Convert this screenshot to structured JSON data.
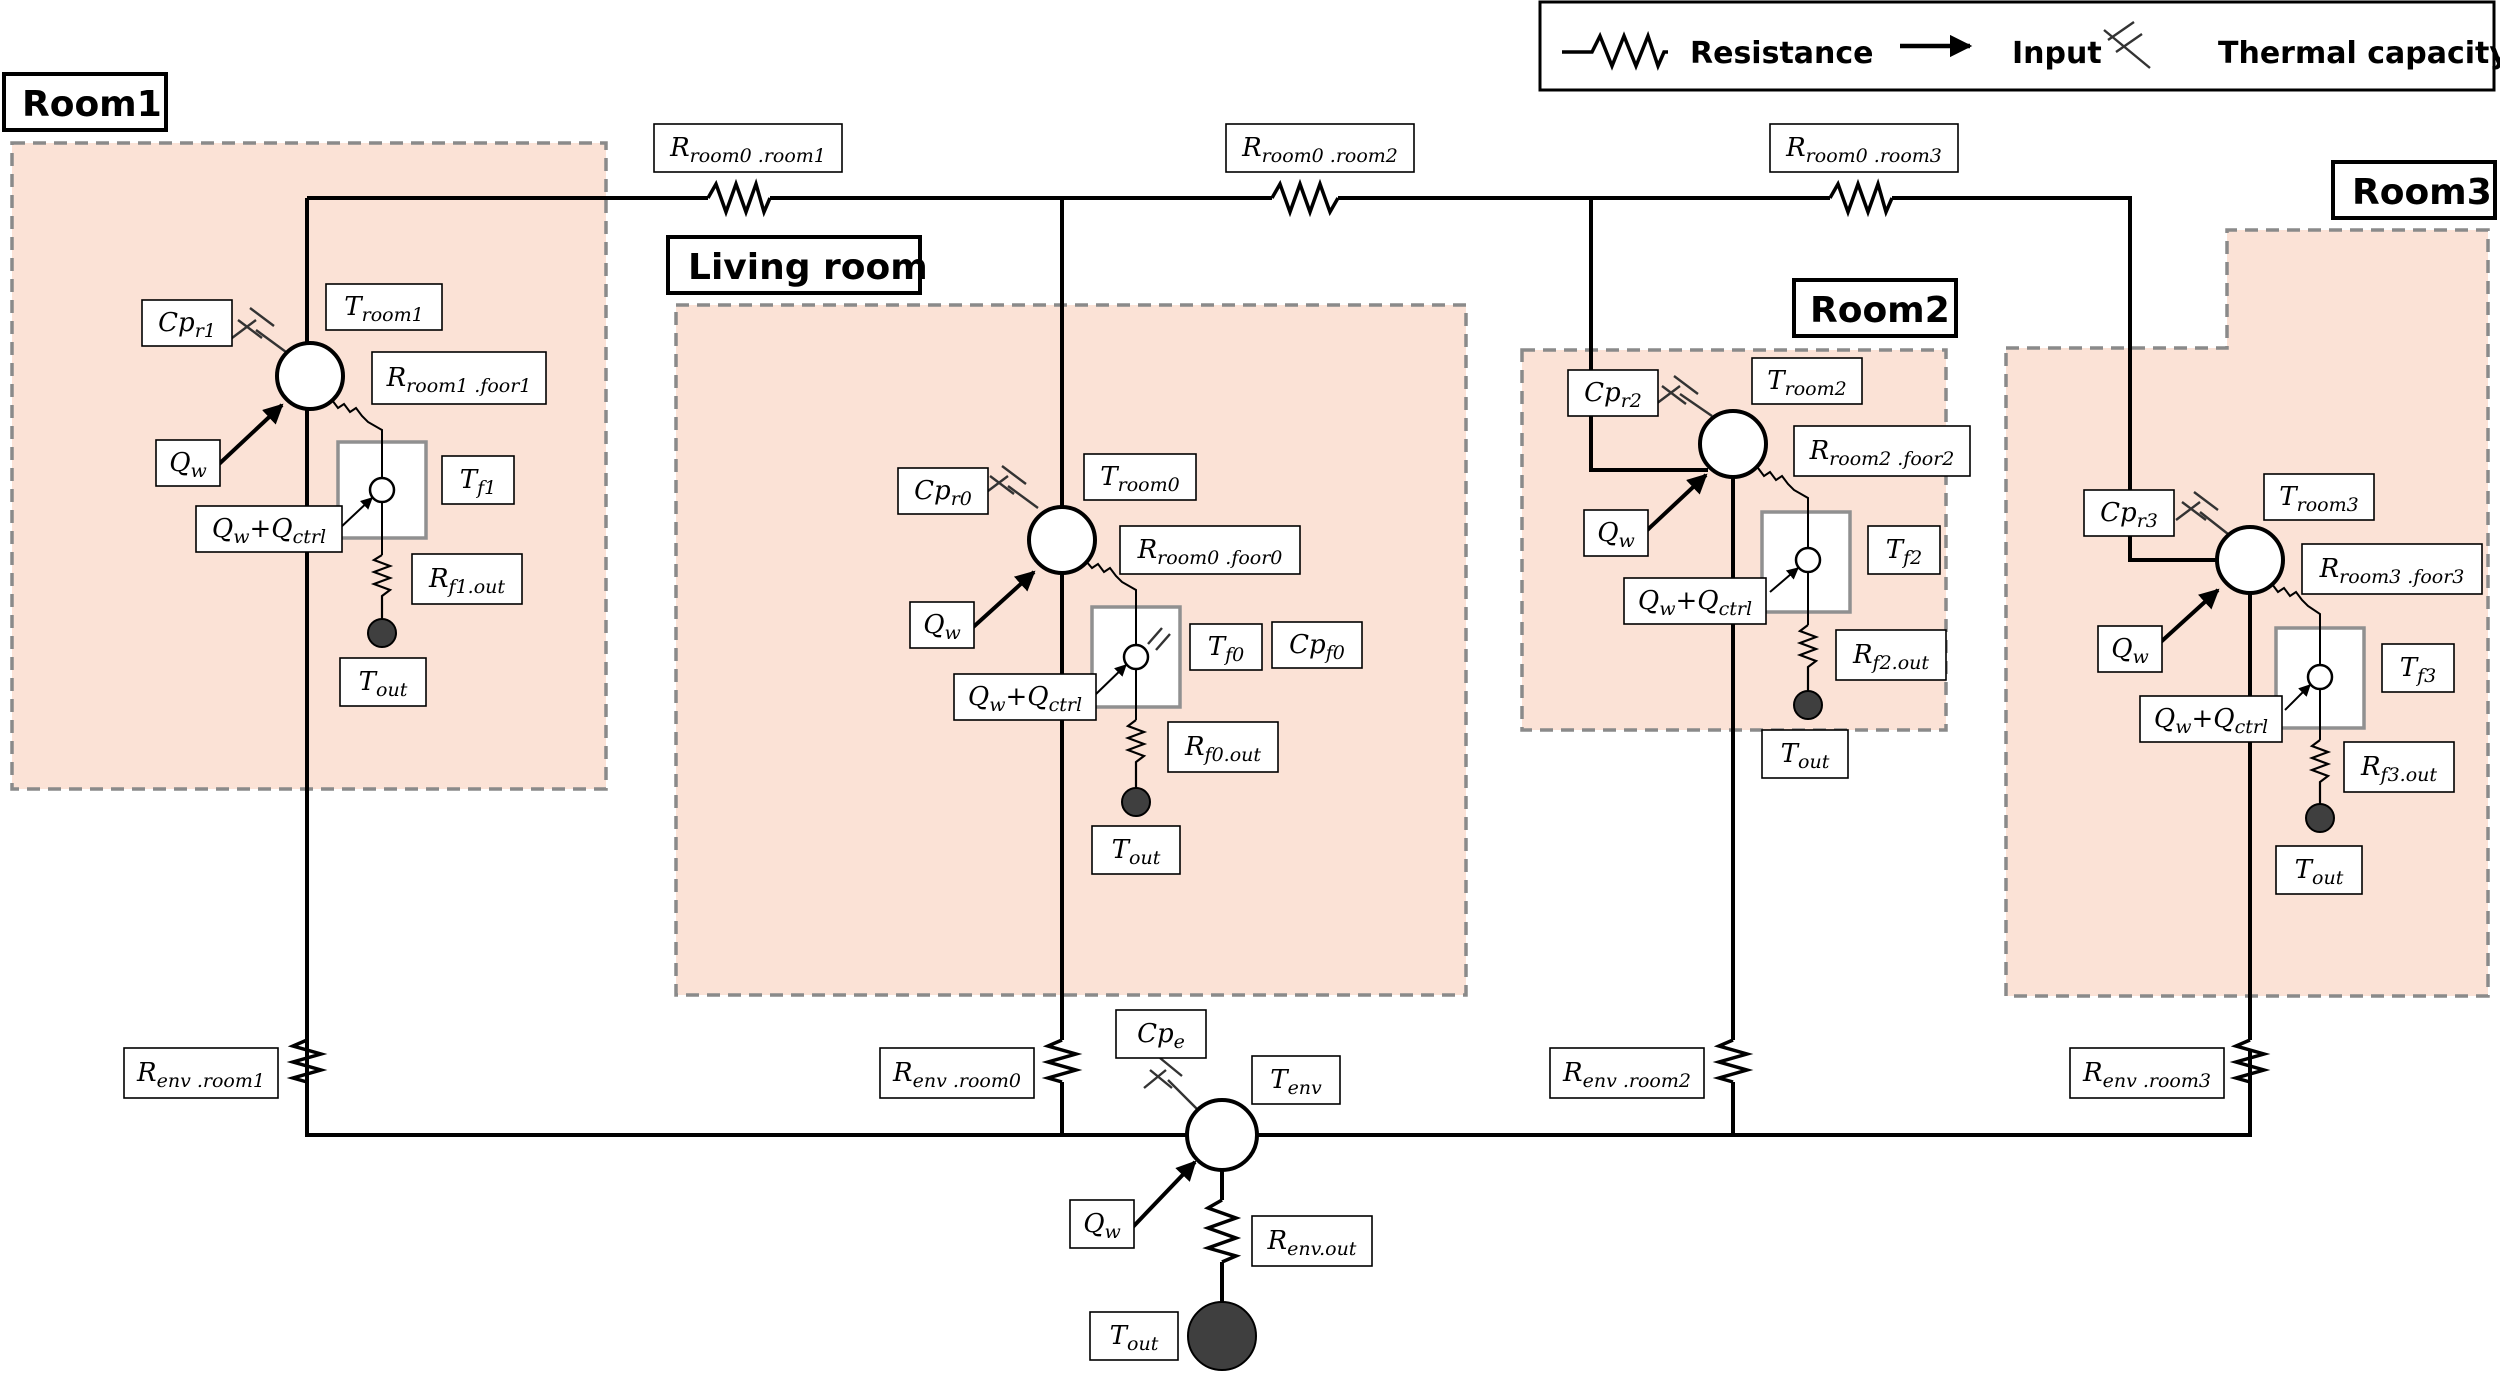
{
  "legend": {
    "resistance": "Resistance",
    "input": "Input",
    "thermal_capacity": "Thermal capacity"
  },
  "zones": {
    "room1": "Room1",
    "living": "Living room",
    "room2": "Room2",
    "room3": "Room3"
  },
  "labels": {
    "r_room0_room1": {
      "main": "R",
      "sub": "room0 .room1"
    },
    "r_room0_room2": {
      "main": "R",
      "sub": "room0 .room2"
    },
    "r_room0_room3": {
      "main": "R",
      "sub": "room0 .room3"
    },
    "cp_r1": {
      "main": "Cp",
      "sub": "r1"
    },
    "t_room1": {
      "main": "T",
      "sub": "room1"
    },
    "r_room1_foor1": {
      "main": "R",
      "sub": "room1 .foor1"
    },
    "qw_1": {
      "main": "Q",
      "sub": "w"
    },
    "t_f1": {
      "main": "T",
      "sub": "f1"
    },
    "qwctrl_1": {
      "main": "Q",
      "sub": "w",
      "main2": "+Q",
      "sub2": "ctrl"
    },
    "r_f1_out": {
      "main": "R",
      "sub": "f1.out"
    },
    "t_out_1": {
      "main": "T",
      "sub": "out"
    },
    "cp_r0": {
      "main": "Cp",
      "sub": "r0"
    },
    "t_room0": {
      "main": "T",
      "sub": "room0"
    },
    "r_room0_foor0": {
      "main": "R",
      "sub": "room0 .foor0"
    },
    "qw_0": {
      "main": "Q",
      "sub": "w"
    },
    "t_f0": {
      "main": "T",
      "sub": "f0"
    },
    "cp_f0": {
      "main": "Cp",
      "sub": "f0"
    },
    "qwctrl_0": {
      "main": "Q",
      "sub": "w",
      "main2": "+Q",
      "sub2": "ctrl"
    },
    "r_f0_out": {
      "main": "R",
      "sub": "f0.out"
    },
    "t_out_0": {
      "main": "T",
      "sub": "out"
    },
    "cp_r2": {
      "main": "Cp",
      "sub": "r2"
    },
    "t_room2": {
      "main": "T",
      "sub": "room2"
    },
    "r_room2_foor2": {
      "main": "R",
      "sub": "room2 .foor2"
    },
    "qw_2": {
      "main": "Q",
      "sub": "w"
    },
    "t_f2": {
      "main": "T",
      "sub": "f2"
    },
    "qwctrl_2": {
      "main": "Q",
      "sub": "w",
      "main2": "+Q",
      "sub2": "ctrl"
    },
    "r_f2_out": {
      "main": "R",
      "sub": "f2.out"
    },
    "t_out_2": {
      "main": "T",
      "sub": "out"
    },
    "cp_r3": {
      "main": "Cp",
      "sub": "r3"
    },
    "t_room3": {
      "main": "T",
      "sub": "room3"
    },
    "r_room3_foor3": {
      "main": "R",
      "sub": "room3 .foor3"
    },
    "qw_3": {
      "main": "Q",
      "sub": "w"
    },
    "t_f3": {
      "main": "T",
      "sub": "f3"
    },
    "qwctrl_3": {
      "main": "Q",
      "sub": "w",
      "main2": "+Q",
      "sub2": "ctrl"
    },
    "r_f3_out": {
      "main": "R",
      "sub": "f3.out"
    },
    "t_out_3": {
      "main": "T",
      "sub": "out"
    },
    "r_env_room1": {
      "main": "R",
      "sub": "env .room1"
    },
    "r_env_room0": {
      "main": "R",
      "sub": "env .room0"
    },
    "r_env_room2": {
      "main": "R",
      "sub": "env .room2"
    },
    "r_env_room3": {
      "main": "R",
      "sub": "env .room3"
    },
    "cp_e": {
      "main": "Cp",
      "sub": "e"
    },
    "t_env": {
      "main": "T",
      "sub": "env"
    },
    "qw_e": {
      "main": "Q",
      "sub": "w"
    },
    "r_env_out": {
      "main": "R",
      "sub": "env.out"
    },
    "t_out_e": {
      "main": "T",
      "sub": "out"
    }
  }
}
